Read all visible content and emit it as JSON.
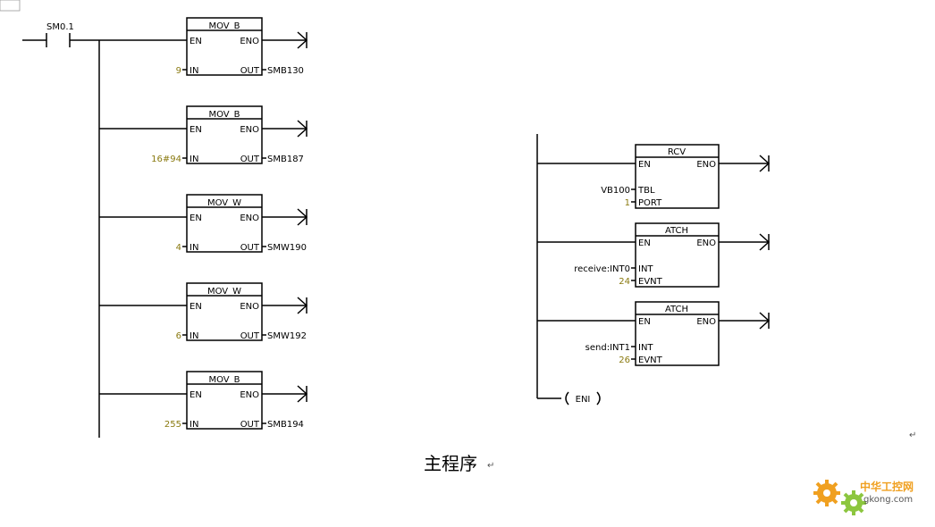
{
  "corner_mark": "",
  "contact": "SM0.1",
  "left_network": [
    {
      "name": "MOV_B",
      "en": "EN",
      "eno": "ENO",
      "in_pin": "IN",
      "out_pin": "OUT",
      "in_value": "9",
      "out_value": "SMB130"
    },
    {
      "name": "MOV_B",
      "en": "EN",
      "eno": "ENO",
      "in_pin": "IN",
      "out_pin": "OUT",
      "in_value": "16#94",
      "out_value": "SMB187"
    },
    {
      "name": "MOV_W",
      "en": "EN",
      "eno": "ENO",
      "in_pin": "IN",
      "out_pin": "OUT",
      "in_value": "4",
      "out_value": "SMW190"
    },
    {
      "name": "MOV_W",
      "en": "EN",
      "eno": "ENO",
      "in_pin": "IN",
      "out_pin": "OUT",
      "in_value": "6",
      "out_value": "SMW192"
    },
    {
      "name": "MOV_B",
      "en": "EN",
      "eno": "ENO",
      "in_pin": "IN",
      "out_pin": "OUT",
      "in_value": "255",
      "out_value": "SMB194"
    }
  ],
  "right_network": [
    {
      "name": "RCV",
      "en": "EN",
      "eno": "ENO",
      "pin1": "TBL",
      "pin2": "PORT",
      "val1": "VB100",
      "val2": "1"
    },
    {
      "name": "ATCH",
      "en": "EN",
      "eno": "ENO",
      "pin1": "INT",
      "pin2": "EVNT",
      "val1": "receive:INT0",
      "val2": "24"
    },
    {
      "name": "ATCH",
      "en": "EN",
      "eno": "ENO",
      "pin1": "INT",
      "pin2": "EVNT",
      "val1": "send:INT1",
      "val2": "26"
    }
  ],
  "eni_coil": "ENI",
  "caption": "主程序",
  "paragraph_mark": "↵",
  "watermark": {
    "cn": "中华工控网",
    "url": "gkong.com"
  }
}
